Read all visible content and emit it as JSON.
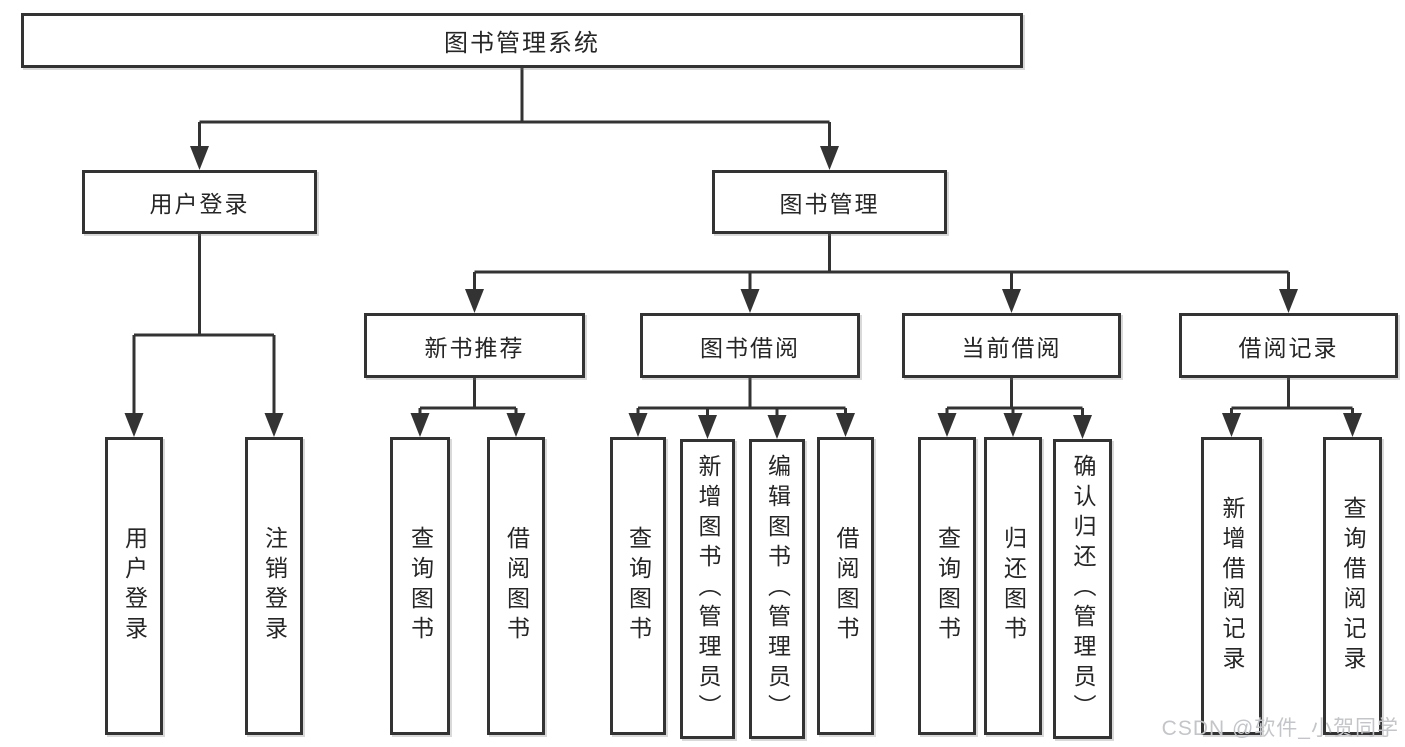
{
  "title": "图书管理系统",
  "watermark": "CSDN @软件_小贺同学",
  "colors": {
    "line": "#333333",
    "text": "#262626",
    "background": "#ffffff",
    "box_fill": "#ffffff",
    "watermark": "#c3c5c9"
  },
  "tree": {
    "id": "root",
    "label": "图书管理系统",
    "children": [
      {
        "id": "user-login",
        "label": "用户登录",
        "children": [
          {
            "id": "leaf-user-login",
            "label": "用户登录"
          },
          {
            "id": "leaf-logout-login",
            "label": "注销登录"
          }
        ]
      },
      {
        "id": "book-mgmt",
        "label": "图书管理",
        "children": [
          {
            "id": "new-book-recommend",
            "label": "新书推荐",
            "children": [
              {
                "id": "nb-query-book",
                "label": "查询图书"
              },
              {
                "id": "nb-borrow-book",
                "label": "借阅图书"
              }
            ]
          },
          {
            "id": "book-borrow",
            "label": "图书借阅",
            "children": [
              {
                "id": "bb-query-book",
                "label": "查询图书"
              },
              {
                "id": "bb-add-book",
                "label": "新增图书（管理员）"
              },
              {
                "id": "bb-edit-book",
                "label": "编辑图书（管理员）"
              },
              {
                "id": "bb-borrow-book",
                "label": "借阅图书"
              }
            ]
          },
          {
            "id": "current-borrow",
            "label": "当前借阅",
            "children": [
              {
                "id": "cb-query-book",
                "label": "查询图书"
              },
              {
                "id": "cb-return-book",
                "label": "归还图书"
              },
              {
                "id": "cb-confirm-return",
                "label": "确认归还（管理员）"
              }
            ]
          },
          {
            "id": "borrow-records",
            "label": "借阅记录",
            "children": [
              {
                "id": "br-add-record",
                "label": "新增借阅记录"
              },
              {
                "id": "br-query-record",
                "label": "查询借阅记录"
              }
            ]
          }
        ]
      }
    ]
  }
}
